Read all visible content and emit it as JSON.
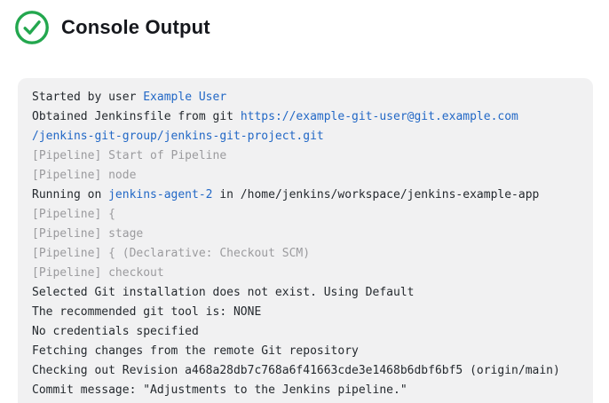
{
  "header": {
    "title": "Console Output",
    "status_icon": "check-circle-icon",
    "status_color": "#23a74e"
  },
  "colors": {
    "console_background": "#f1f1f2",
    "text": "#24292e",
    "muted_text": "#9b9b9e",
    "link": "#2268c6",
    "success_green": "#23a74e",
    "title_text": "#16181d"
  },
  "console": {
    "lines": [
      {
        "segments": [
          {
            "text": "Started by user ",
            "style": "plain"
          },
          {
            "text": "Example User",
            "style": "link",
            "name": "user-link"
          }
        ]
      },
      {
        "segments": [
          {
            "text": "Obtained Jenkinsfile from git ",
            "style": "plain"
          },
          {
            "text": "https://example-git-user@git.example.com",
            "style": "link",
            "name": "repo-url-link"
          }
        ]
      },
      {
        "segments": [
          {
            "text": "/jenkins-git-group/jenkins-git-project.git",
            "style": "link",
            "name": "repo-url-link-continuation"
          }
        ]
      },
      {
        "segments": [
          {
            "text": "[Pipeline] Start of Pipeline",
            "style": "muted"
          }
        ]
      },
      {
        "segments": [
          {
            "text": "[Pipeline] node",
            "style": "muted"
          }
        ]
      },
      {
        "segments": [
          {
            "text": "Running on ",
            "style": "plain"
          },
          {
            "text": "jenkins-agent-2",
            "style": "link",
            "name": "agent-link"
          },
          {
            "text": " in /home/jenkins/workspace/jenkins-example-app",
            "style": "plain"
          }
        ]
      },
      {
        "segments": [
          {
            "text": "[Pipeline] {",
            "style": "muted"
          }
        ]
      },
      {
        "segments": [
          {
            "text": "[Pipeline] stage",
            "style": "muted"
          }
        ]
      },
      {
        "segments": [
          {
            "text": "[Pipeline] { (Declarative: Checkout SCM)",
            "style": "muted"
          }
        ]
      },
      {
        "segments": [
          {
            "text": "[Pipeline] checkout",
            "style": "muted"
          }
        ]
      },
      {
        "segments": [
          {
            "text": "Selected Git installation does not exist. Using Default",
            "style": "plain"
          }
        ]
      },
      {
        "segments": [
          {
            "text": "The recommended git tool is: NONE",
            "style": "plain"
          }
        ]
      },
      {
        "segments": [
          {
            "text": "No credentials specified",
            "style": "plain"
          }
        ]
      },
      {
        "segments": [
          {
            "text": "Fetching changes from the remote Git repository",
            "style": "plain"
          }
        ]
      },
      {
        "segments": [
          {
            "text": "Checking out Revision a468a28db7c768a6f41663cde3e1468b6dbf6bf5 (origin/main)",
            "style": "plain"
          }
        ]
      },
      {
        "segments": [
          {
            "text": "Commit message: \"Adjustments to the Jenkins pipeline.\"",
            "style": "plain"
          }
        ]
      }
    ]
  }
}
